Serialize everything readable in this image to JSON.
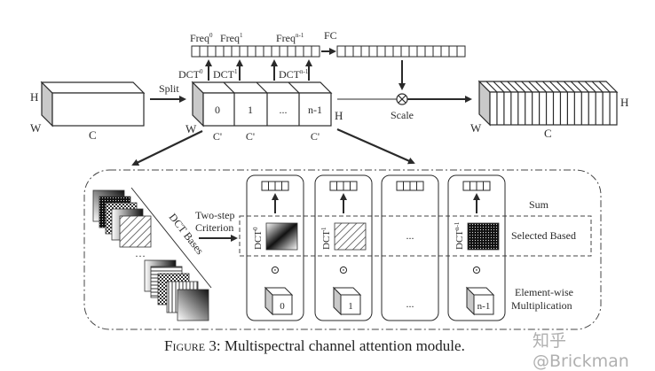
{
  "figure": {
    "caption_label": "Figure 3:",
    "caption_text": " Multispectral channel attention module.",
    "watermark": "知乎 @Brickman"
  },
  "top": {
    "input_tensor": {
      "h": "H",
      "w": "W",
      "c": "C"
    },
    "split_label": "Split",
    "split_tensor": {
      "parts": [
        "0",
        "1",
        "...",
        "n-1"
      ],
      "part_dim_labels": [
        "C'",
        "C'",
        "C'"
      ],
      "h": "H",
      "w": "W"
    },
    "freq_labels": [
      {
        "base": "Freq",
        "sup": "0"
      },
      {
        "base": "Freq",
        "sup": "1"
      },
      {
        "base": "Freq",
        "sup": "n-1"
      }
    ],
    "dct_labels": [
      {
        "base": "DCT",
        "sup": "0"
      },
      {
        "base": "DCT",
        "sup": "1"
      },
      {
        "base": "DCT",
        "sup": "n-1"
      }
    ],
    "fc_label": "FC",
    "scale_label": "Scale",
    "output_tensor": {
      "h": "H",
      "w": "W",
      "c": "C"
    }
  },
  "detail": {
    "dct_bases_label": "DCT Bases",
    "criterion_label_1": "Two-step",
    "criterion_label_2": "Criterion",
    "columns": [
      {
        "dct": {
          "base": "DCT",
          "sup": "0"
        },
        "cube": "0"
      },
      {
        "dct": {
          "base": "DCT",
          "sup": "1"
        },
        "cube": "1"
      },
      {
        "dct": null,
        "ellipsis": "...",
        "cube": "..."
      },
      {
        "dct": {
          "base": "DCT",
          "sup": "n-1"
        },
        "cube": "n-1"
      }
    ],
    "sum_label": "Sum",
    "selected_label": "Selected Based",
    "ew_label_1": "Element-wise",
    "ew_label_2": "Multiplication",
    "odot": "⊙"
  },
  "colors": {
    "stroke": "#2a2a2a",
    "side_face": "#c9c9c9",
    "watermark": "#b0b0b0"
  }
}
